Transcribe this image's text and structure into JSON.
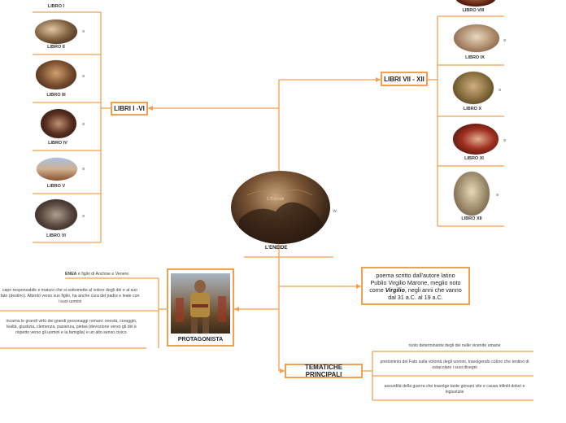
{
  "center": {
    "title": "L'ENEIDE",
    "image_caption": "L'Eneide",
    "note": "W"
  },
  "branches": {
    "left": {
      "label": "LIBRI I -VI"
    },
    "right": {
      "label": "LIBRI VII - XII"
    },
    "protagonist": {
      "label": "PROTAGONISTA"
    },
    "description": {
      "line1": "poema scritto dall'autore latino",
      "line2": "Publio Virgilio Marone, meglio noto",
      "line3_pre": "come ",
      "line3_em": "Virgilio",
      "line3_post": ", negli anni che vanno",
      "line4": "dal 31 a.C. al 19 a.C."
    },
    "themes": {
      "label": "TEMATICHE PRINCIPALI"
    }
  },
  "books_left": [
    {
      "label": "LIBRO I"
    },
    {
      "label": "LIBRO II"
    },
    {
      "label": "LIBRO III"
    },
    {
      "label": "LIBRO IV"
    },
    {
      "label": "LIBRO V"
    },
    {
      "label": "LIBRO VI"
    }
  ],
  "books_right": [
    {
      "label": "LIBRO VIII"
    },
    {
      "label": "LIBRO IX"
    },
    {
      "label": "LIBRO X"
    },
    {
      "label": "LIBRO XI"
    },
    {
      "label": "LIBRO XII"
    }
  ],
  "note_icon": "≡",
  "protagonist_notes": {
    "n1_bold": "ENEA",
    "n1_rest": " è figlio di Anchise e Venere.",
    "n2": "capo responsabile e maturo che si sottomette al volere degli dèi e al suo fato (destino). Attento verso suo figlio, ha anche cura del padre e leale con i suoi uomini",
    "n3": "incarna le grandi virtù dei grandi personaggi romani: onestà, coraggio, lealtà, giustizia, clemenza, pazienza, pietas (devozione verso gli dèi e rispetto verso gli uomini e la famiglia) e un alto senso civico."
  },
  "themes_list": [
    "ruolo determinante degli dei nelle vicende umane",
    "predominio del Fato sulla volontà degli uomini, travolgendo coloro che tentino di ostacolare i suoi disegni",
    "assurdità della guerra che travolge tante giovani vite e causa infiniti dolori e ingiustizie"
  ],
  "colors": {
    "line": "#f0a050",
    "box_border": "#f0a050"
  }
}
